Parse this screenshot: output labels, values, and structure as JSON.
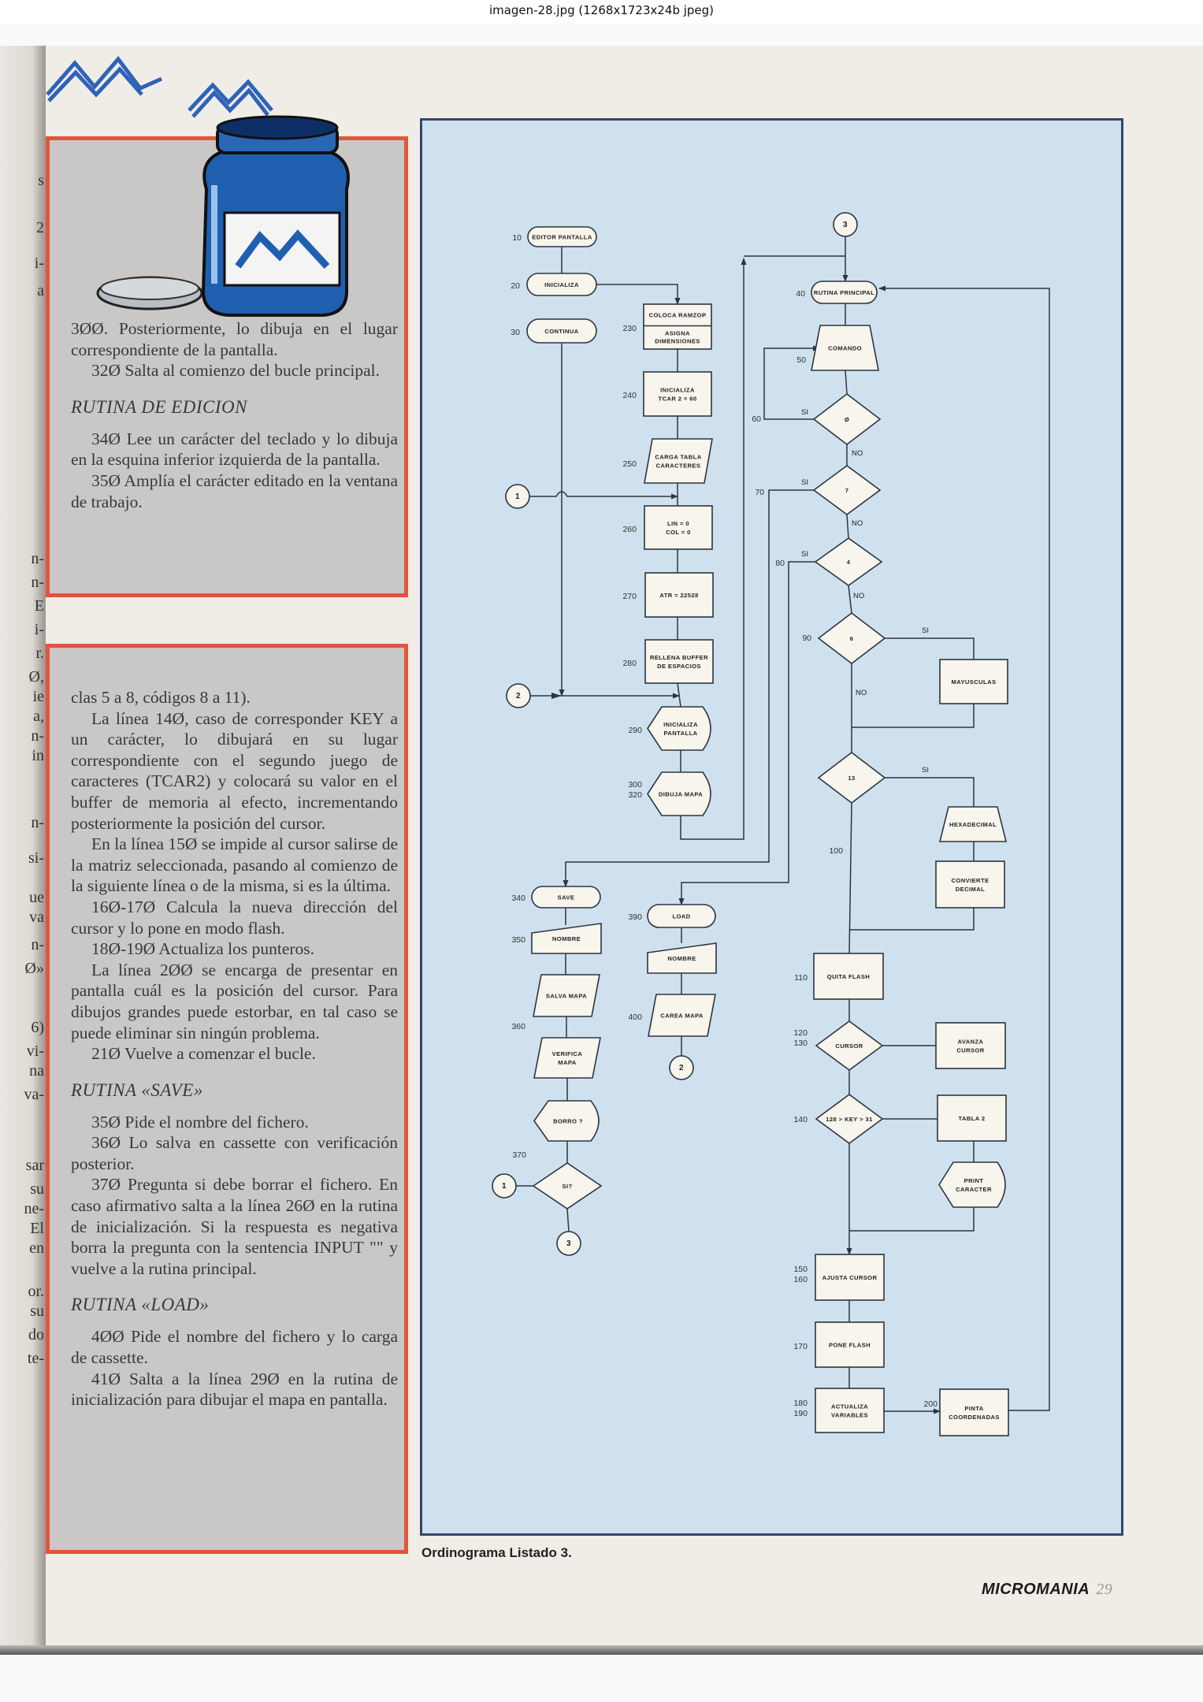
{
  "window_title": "imagen-28.jpg (1268x1723x24b jpeg)",
  "left_page_fragments": [
    "s",
    "2",
    "i-",
    "a",
    "n-",
    "n-",
    "E",
    "i-",
    "r.",
    "Ø,",
    "ie",
    "a,",
    "n-",
    "in",
    "n-",
    "si-",
    "ue",
    "va",
    "n-",
    "Ø»",
    "6)",
    "vi-",
    "na",
    "va-",
    "sar",
    "su",
    "ne-",
    "El",
    "en",
    "or.",
    "su",
    "do",
    "te-"
  ],
  "box1": {
    "paragraphs": [
      "3ØØ. Posteriormente, lo dibuja en el lugar correspondiente de la pantalla.",
      "32Ø Salta al comienzo del bucle principal."
    ],
    "heading": "RUTINA DE EDICION",
    "paragraphs2": [
      "34Ø Lee un carácter del teclado y lo dibuja en la esquina inferior izquierda de la pantalla.",
      "35Ø Amplía el carácter editado en la ventana de trabajo."
    ]
  },
  "box2": {
    "paragraphs": [
      "clas 5 a 8, códigos 8 a 11).",
      "La línea 14Ø, caso de corresponder KEY a un carácter, lo dibujará en su lugar correspondiente con el segundo juego de caracteres (TCAR2) y colocará su valor en el buffer de memoria al efecto, incrementando posteriormente la posición del cursor.",
      "En la línea 15Ø se impide al cursor salirse de la matriz seleccionada, pasando al comienzo de la siguiente línea o de la misma, si es la última.",
      "16Ø-17Ø Calcula la nueva dirección del cursor y lo pone en modo flash.",
      "18Ø-19Ø Actualiza los punteros.",
      "La línea 2ØØ se encarga de presentar en pantalla cuál es la posición del cursor. Para dibujos grandes puede estorbar, en tal caso se puede eliminar sin ningún problema.",
      "21Ø Vuelve a comenzar el bucle."
    ],
    "heading_save": "RUTINA «SAVE»",
    "save_paragraphs": [
      "35Ø Pide el nombre del fichero.",
      "36Ø Lo salva en cassette con verificación posterior.",
      "37Ø Pregunta si debe borrar el fichero. En caso afirmativo salta a la línea 26Ø en la rutina de inicialización. Si la respuesta es negativa borra la pregunta con la sentencia INPUT \"\" y vuelve a la rutina principal."
    ],
    "heading_load": "RUTINA «LOAD»",
    "load_paragraphs": [
      "4ØØ Pide el nombre del fichero y lo carga de cassette.",
      "41Ø Salta a la línea 29Ø en la rutina de inicialización para dibujar el mapa en pantalla."
    ]
  },
  "illustration": {
    "icon": "ink-jar-illustration",
    "jar_color": "#1f5fb0"
  },
  "flowchart": {
    "caption": "Ordinograma Listado 3.",
    "colors": {
      "background": "#cfe1ee",
      "border": "#33466b",
      "shape_fill": "#f7f5ec",
      "line": "#2e3440"
    },
    "branch_yes": "SI",
    "branch_no": "NO",
    "nodes": [
      {
        "id": "n10",
        "shape": "terminal",
        "label": [
          "EDITOR PANTALLA"
        ],
        "line": [
          "10"
        ]
      },
      {
        "id": "n20",
        "shape": "terminal",
        "label": [
          "INICIALIZA"
        ],
        "line": [
          "20"
        ]
      },
      {
        "id": "n30",
        "shape": "terminal",
        "label": [
          "CONTINUA"
        ],
        "line": [
          "30"
        ]
      },
      {
        "id": "n230",
        "shape": "process-split",
        "label": [
          "COLOCA RAMZOP",
          "ASIGNA",
          "DIMENSIONES"
        ],
        "line": [
          "230"
        ]
      },
      {
        "id": "n240",
        "shape": "process",
        "label": [
          "INICIALIZA",
          "TCAR 2 = 60"
        ],
        "line": [
          "240"
        ]
      },
      {
        "id": "n250",
        "shape": "io",
        "label": [
          "CARGA TABLA",
          "CARACTERES"
        ],
        "line": [
          "250"
        ]
      },
      {
        "id": "n260",
        "shape": "process",
        "label": [
          "LIN = 0",
          "COL = 0"
        ],
        "line": [
          "260"
        ]
      },
      {
        "id": "n270",
        "shape": "process",
        "label": [
          "ATR = 22528"
        ],
        "line": [
          "270"
        ]
      },
      {
        "id": "n280",
        "shape": "process",
        "label": [
          "RELLENA BUFFER",
          "DE ESPACIOS"
        ],
        "line": [
          "280"
        ]
      },
      {
        "id": "n290",
        "shape": "display",
        "label": [
          "INICIALIZA",
          "PANTALLA"
        ],
        "line": [
          "290"
        ]
      },
      {
        "id": "n300",
        "shape": "display",
        "label": [
          "DIBUJA MAPA"
        ],
        "line": [
          "300",
          "320"
        ]
      },
      {
        "id": "n40",
        "shape": "terminal",
        "label": [
          "RUTINA PRINCIPAL"
        ],
        "line": [
          "40"
        ]
      },
      {
        "id": "n50",
        "shape": "manual-operation",
        "label": [
          "COMANDO"
        ],
        "line": [
          "50"
        ]
      },
      {
        "id": "d60",
        "shape": "decision",
        "label": [
          "Ø"
        ],
        "line": [
          "60"
        ]
      },
      {
        "id": "d70",
        "shape": "decision",
        "label": [
          "7"
        ],
        "line": [
          "70"
        ]
      },
      {
        "id": "d80",
        "shape": "decision",
        "label": [
          "4"
        ],
        "line": [
          "80"
        ]
      },
      {
        "id": "d90",
        "shape": "decision",
        "label": [
          "6"
        ],
        "line": [
          "90"
        ]
      },
      {
        "id": "nMay",
        "shape": "process",
        "label": [
          "MAYUSCULAS"
        ],
        "line": []
      },
      {
        "id": "d13",
        "shape": "decision",
        "label": [
          "13"
        ],
        "line": []
      },
      {
        "id": "nHex",
        "shape": "manual-operation",
        "label": [
          "HEXADECIMAL"
        ],
        "line": []
      },
      {
        "id": "nConv",
        "shape": "process",
        "label": [
          "CONVIERTE",
          "DECIMAL"
        ],
        "line": [
          "100"
        ]
      },
      {
        "id": "n110",
        "shape": "process",
        "label": [
          "QUITA FLASH"
        ],
        "line": [
          "110"
        ]
      },
      {
        "id": "d120",
        "shape": "decision",
        "label": [
          "CURSOR"
        ],
        "line": [
          "120",
          "130"
        ]
      },
      {
        "id": "nAv",
        "shape": "process",
        "label": [
          "AVANZA",
          "CURSOR"
        ],
        "line": []
      },
      {
        "id": "d140",
        "shape": "decision",
        "label": [
          "128 > KEY > 31"
        ],
        "line": [
          "140"
        ]
      },
      {
        "id": "nTab",
        "shape": "process",
        "label": [
          "TABLA 2"
        ],
        "line": []
      },
      {
        "id": "nPrint",
        "shape": "display",
        "label": [
          "PRINT",
          "CARACTER"
        ],
        "line": []
      },
      {
        "id": "n150",
        "shape": "process",
        "label": [
          "AJUSTA CURSOR"
        ],
        "line": [
          "150",
          "160"
        ]
      },
      {
        "id": "n170",
        "shape": "process",
        "label": [
          "PONE FLASH"
        ],
        "line": [
          "170"
        ]
      },
      {
        "id": "n180",
        "shape": "process",
        "label": [
          "ACTUALIZA",
          "VARIABLES"
        ],
        "line": [
          "180",
          "190"
        ]
      },
      {
        "id": "n200",
        "shape": "process",
        "label": [
          "PINTA",
          "COORDENADAS"
        ],
        "line": [
          "200"
        ]
      },
      {
        "id": "n340",
        "shape": "terminal",
        "label": [
          "SAVE"
        ],
        "line": [
          "340"
        ]
      },
      {
        "id": "n350",
        "shape": "manual-input",
        "label": [
          "NOMBRE"
        ],
        "line": [
          "350"
        ]
      },
      {
        "id": "n355",
        "shape": "io",
        "label": [
          "SALVA MAPA"
        ],
        "line": []
      },
      {
        "id": "n360",
        "shape": "io",
        "label": [
          "VERIFICA",
          "MAPA"
        ],
        "line": [
          "360"
        ]
      },
      {
        "id": "n365",
        "shape": "display",
        "label": [
          "BORRO ?"
        ],
        "line": []
      },
      {
        "id": "d370",
        "shape": "decision",
        "label": [
          "SI?"
        ],
        "line": [
          "370"
        ]
      },
      {
        "id": "n390",
        "shape": "terminal",
        "label": [
          "LOAD"
        ],
        "line": [
          "390"
        ]
      },
      {
        "id": "n395",
        "shape": "manual-input",
        "label": [
          "NOMBRE"
        ],
        "line": []
      },
      {
        "id": "n400",
        "shape": "io",
        "label": [
          "CAREA MAPA"
        ],
        "line": [
          "400"
        ]
      },
      {
        "id": "c1a",
        "shape": "connector",
        "label": [
          "1"
        ],
        "line": []
      },
      {
        "id": "c2a",
        "shape": "connector",
        "label": [
          "2"
        ],
        "line": []
      },
      {
        "id": "c3a",
        "shape": "connector",
        "label": [
          "3"
        ],
        "line": []
      },
      {
        "id": "c2b",
        "shape": "connector",
        "label": [
          "2"
        ],
        "line": []
      },
      {
        "id": "c1b",
        "shape": "connector",
        "label": [
          "1"
        ],
        "line": []
      },
      {
        "id": "c3b",
        "shape": "connector",
        "label": [
          "3"
        ],
        "line": []
      }
    ]
  },
  "footer": {
    "magazine": "MICROMANIA",
    "page_number": "29"
  }
}
